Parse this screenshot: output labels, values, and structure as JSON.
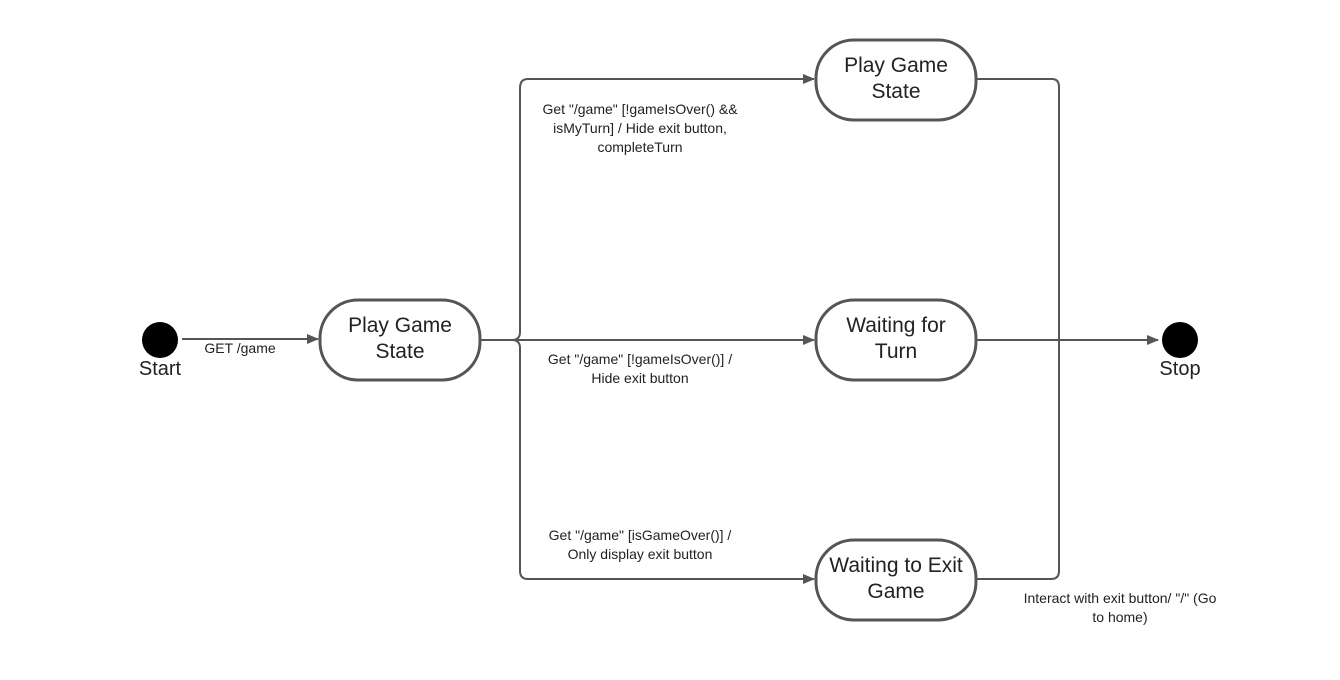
{
  "diagram": {
    "start": {
      "label": "Start"
    },
    "stop": {
      "label": "Stop"
    },
    "states": {
      "play_main": {
        "lines": [
          "Play Game",
          "State"
        ]
      },
      "play_turn": {
        "lines": [
          "Play Game",
          "State"
        ]
      },
      "waiting_turn": {
        "lines": [
          "Waiting for",
          "Turn"
        ]
      },
      "waiting_exit": {
        "lines": [
          "Waiting to Exit",
          "Game"
        ]
      }
    },
    "transitions": {
      "start_to_play": {
        "lines": [
          "GET /game"
        ]
      },
      "to_play_turn": {
        "lines": [
          "Get \"/game\" [!gameIsOver() &&",
          "isMyTurn] /  Hide exit button,",
          "completeTurn"
        ]
      },
      "to_waiting_turn": {
        "lines": [
          "Get \"/game\" [!gameIsOver()] /",
          "Hide exit button"
        ]
      },
      "to_waiting_exit": {
        "lines": [
          "Get \"/game\" [isGameOver()] /",
          "Only display exit button"
        ]
      },
      "exit_to_stop": {
        "lines": [
          "Interact with exit button/  \"/\" (Go",
          "to home)"
        ]
      }
    },
    "colors": {
      "line": "#555555",
      "node": "#000000",
      "text": "#222222"
    }
  }
}
